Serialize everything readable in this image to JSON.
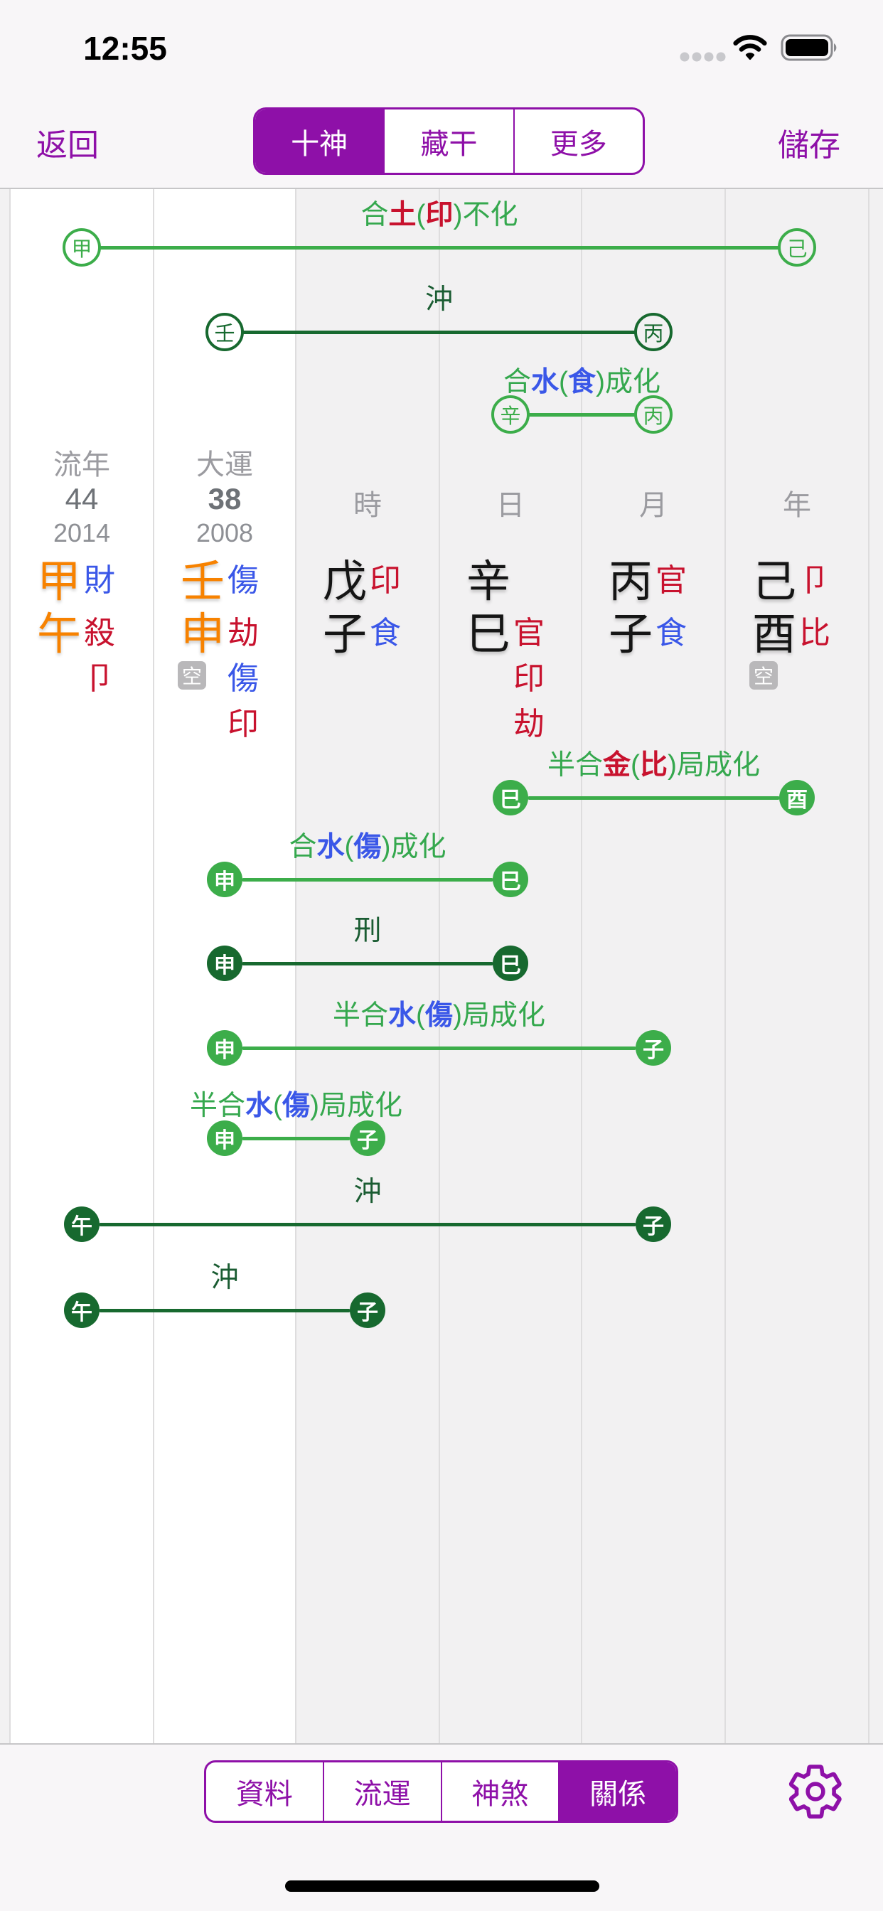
{
  "status_bar": {
    "time": "12:55",
    "icons": [
      "cellular-dots-icon",
      "wifi-icon",
      "battery-icon"
    ]
  },
  "nav_bar": {
    "back_label": "返回",
    "save_label": "儲存",
    "segments": [
      {
        "label": "十神",
        "selected": true
      },
      {
        "label": "藏干",
        "selected": false
      },
      {
        "label": "更多",
        "selected": false
      }
    ]
  },
  "chart": {
    "void_label": "空",
    "columns": [
      {
        "id": "liunian",
        "header": "流年",
        "number": "44",
        "number_bold": false,
        "year": "2014",
        "stem": {
          "char": "甲",
          "color": "orange",
          "god": {
            "text": "財",
            "color": "blue"
          }
        },
        "branch": {
          "char": "午",
          "color": "orange",
          "gods": [
            {
              "text": "殺",
              "color": "red"
            },
            {
              "text": "卩",
              "color": "red"
            }
          ]
        },
        "void_badge": false
      },
      {
        "id": "dayun",
        "header": "大運",
        "number": "38",
        "number_bold": true,
        "year": "2008",
        "stem": {
          "char": "壬",
          "color": "orange",
          "god": {
            "text": "傷",
            "color": "blue"
          }
        },
        "branch": {
          "char": "申",
          "color": "orange",
          "gods": [
            {
              "text": "劫",
              "color": "red"
            },
            {
              "text": "傷",
              "color": "blue"
            },
            {
              "text": "印",
              "color": "red"
            }
          ]
        },
        "void_badge": true
      },
      {
        "id": "hour",
        "header": "時",
        "stem": {
          "char": "戊",
          "color": "black",
          "god": {
            "text": "印",
            "color": "red"
          }
        },
        "branch": {
          "char": "子",
          "color": "black",
          "gods": [
            {
              "text": "食",
              "color": "blue"
            }
          ]
        },
        "void_badge": false
      },
      {
        "id": "day",
        "header": "日",
        "stem": {
          "char": "辛",
          "color": "black"
        },
        "branch": {
          "char": "巳",
          "color": "black",
          "gods": [
            {
              "text": "官",
              "color": "red"
            },
            {
              "text": "印",
              "color": "red"
            },
            {
              "text": "劫",
              "color": "red"
            }
          ]
        },
        "void_badge": false
      },
      {
        "id": "month",
        "header": "月",
        "stem": {
          "char": "丙",
          "color": "black",
          "god": {
            "text": "官",
            "color": "red"
          }
        },
        "branch": {
          "char": "子",
          "color": "black",
          "gods": [
            {
              "text": "食",
              "color": "blue"
            }
          ]
        },
        "void_badge": false
      },
      {
        "id": "year",
        "header": "年",
        "stem": {
          "char": "己",
          "color": "black",
          "god": {
            "text": "卩",
            "color": "red"
          }
        },
        "branch": {
          "char": "酉",
          "color": "black",
          "gods": [
            {
              "text": "比",
              "color": "red"
            }
          ]
        },
        "void_badge": true
      }
    ],
    "stem_relations": [
      {
        "label": [
          {
            "t": "合"
          },
          {
            "t": "土",
            "c": "red",
            "b": true
          },
          {
            "t": "("
          },
          {
            "t": "印",
            "c": "red",
            "b": true
          },
          {
            "t": ")"
          },
          {
            "t": "不化"
          }
        ],
        "from": {
          "column": "流年",
          "char": "甲"
        },
        "to": {
          "column": "年",
          "char": "己"
        },
        "tone": "light"
      },
      {
        "label": [
          {
            "t": "沖"
          }
        ],
        "from": {
          "column": "大運",
          "char": "壬"
        },
        "to": {
          "column": "月",
          "char": "丙"
        },
        "tone": "dark"
      },
      {
        "label": [
          {
            "t": "合"
          },
          {
            "t": "水",
            "c": "blue",
            "b": true
          },
          {
            "t": "("
          },
          {
            "t": "食",
            "c": "blue",
            "b": true
          },
          {
            "t": ")"
          },
          {
            "t": "成化"
          }
        ],
        "from": {
          "column": "日",
          "char": "辛"
        },
        "to": {
          "column": "月",
          "char": "丙"
        },
        "tone": "light"
      }
    ],
    "branch_relations": [
      {
        "label": [
          {
            "t": "半合"
          },
          {
            "t": "金",
            "c": "red",
            "b": true
          },
          {
            "t": "("
          },
          {
            "t": "比",
            "c": "red",
            "b": true
          },
          {
            "t": ")"
          },
          {
            "t": "局成化"
          }
        ],
        "from": {
          "column": "日",
          "char": "巳"
        },
        "to": {
          "column": "年",
          "char": "酉"
        },
        "tone": "light"
      },
      {
        "label": [
          {
            "t": "合"
          },
          {
            "t": "水",
            "c": "blue",
            "b": true
          },
          {
            "t": "("
          },
          {
            "t": "傷",
            "c": "blue",
            "b": true
          },
          {
            "t": ")"
          },
          {
            "t": "成化"
          }
        ],
        "from": {
          "column": "大運",
          "char": "申"
        },
        "to": {
          "column": "日",
          "char": "巳"
        },
        "tone": "light"
      },
      {
        "label": [
          {
            "t": "刑"
          }
        ],
        "from": {
          "column": "大運",
          "char": "申"
        },
        "to": {
          "column": "日",
          "char": "巳"
        },
        "tone": "dark"
      },
      {
        "label": [
          {
            "t": "半合"
          },
          {
            "t": "水",
            "c": "blue",
            "b": true
          },
          {
            "t": "("
          },
          {
            "t": "傷",
            "c": "blue",
            "b": true
          },
          {
            "t": ")"
          },
          {
            "t": "局成化"
          }
        ],
        "from": {
          "column": "大運",
          "char": "申"
        },
        "to": {
          "column": "月",
          "char": "子"
        },
        "tone": "light"
      },
      {
        "label": [
          {
            "t": "半合"
          },
          {
            "t": "水",
            "c": "blue",
            "b": true
          },
          {
            "t": "("
          },
          {
            "t": "傷",
            "c": "blue",
            "b": true
          },
          {
            "t": ")"
          },
          {
            "t": "局成化"
          }
        ],
        "from": {
          "column": "大運",
          "char": "申"
        },
        "to": {
          "column": "時",
          "char": "子"
        },
        "tone": "light"
      },
      {
        "label": [
          {
            "t": "沖"
          }
        ],
        "from": {
          "column": "流年",
          "char": "午"
        },
        "to": {
          "column": "月",
          "char": "子"
        },
        "tone": "dark"
      },
      {
        "label": [
          {
            "t": "沖"
          }
        ],
        "from": {
          "column": "流年",
          "char": "午"
        },
        "to": {
          "column": "時",
          "char": "子"
        },
        "tone": "dark"
      }
    ]
  },
  "toolbar": {
    "segments": [
      {
        "label": "資料",
        "selected": false
      },
      {
        "label": "流運",
        "selected": false
      },
      {
        "label": "神煞",
        "selected": false
      },
      {
        "label": "關係",
        "selected": true
      }
    ],
    "settings_icon": "gear-icon"
  },
  "colors": {
    "accent": "#8E10A8",
    "light_green": "#3CAD4A",
    "dark_green": "#17692F",
    "label_green": "#35A84E",
    "label_dark_green": "#1A5C32",
    "red": "#C8122E",
    "blue": "#3A57E8",
    "orange": "#F78200",
    "black": "#151515",
    "header_gray": "#9B9BA0",
    "number_gray": "#6E7277",
    "year_gray": "#8E9095",
    "void_badge_bg": "#B9B8BA",
    "col_gray_bg": "#F2F1F2",
    "bar_bg": "#F8F6F8"
  }
}
